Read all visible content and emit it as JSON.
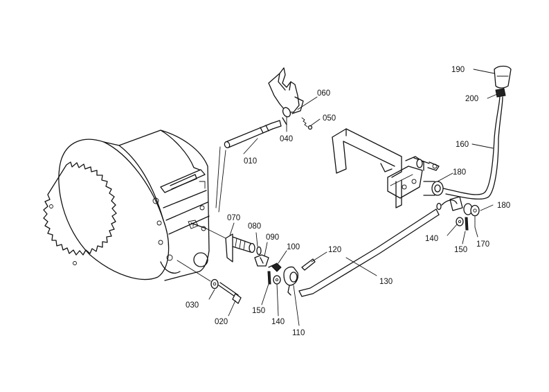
{
  "diagram": {
    "part_numbers": {
      "p010": "010",
      "p020": "020",
      "p030": "030",
      "p040": "040",
      "p050": "050",
      "p060": "060",
      "p070": "070",
      "p080": "080",
      "p090": "090",
      "p100": "100",
      "p110": "110",
      "p120": "120",
      "p130": "130",
      "p140a": "140",
      "p140b": "140",
      "p150a": "150",
      "p150b": "150",
      "p160": "160",
      "p170": "170",
      "p180a": "180",
      "p180b": "180",
      "p190": "190",
      "p200": "200"
    }
  }
}
